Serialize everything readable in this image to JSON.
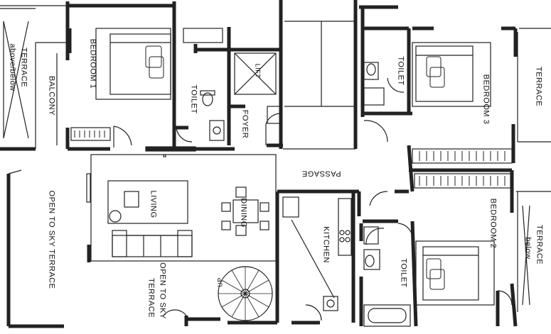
{
  "plan": {
    "rooms": {
      "bedroom1": "BEDROOM 1",
      "bedroom2": "BEDROOM 2",
      "bedroom3": "BEDROOM 3",
      "toilet": "TOILET",
      "foyer": "FOYER",
      "lift": "LIFT",
      "passage": "PASSAGE",
      "living": "LIVING",
      "dining": "DINING",
      "kitchen": "KITCHEN",
      "balcony": "BALCONY",
      "terrace": "TERRACE",
      "terrace_above_below": "above/below",
      "terrace_below": "below",
      "open_to_sky_terrace": "OPEN TO SKY TERRACE",
      "open_to_sky": "OPEN TO SKY",
      "terrace_word": "TERRACE",
      "up": "UP"
    }
  }
}
